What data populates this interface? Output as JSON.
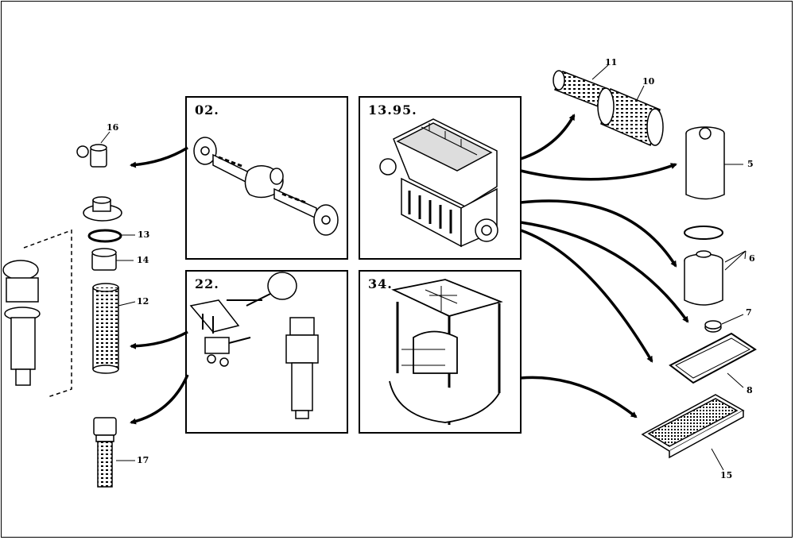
{
  "panels": [
    {
      "id": "02",
      "label": "02."
    },
    {
      "id": "13_95",
      "label": "13.95."
    },
    {
      "id": "22",
      "label": "22."
    },
    {
      "id": "34",
      "label": "34."
    }
  ],
  "callouts": [
    "16",
    "13",
    "14",
    "12",
    "17",
    "11",
    "10",
    "5",
    "6",
    "7",
    "8",
    "15"
  ],
  "parts": {
    "p16": "16",
    "p13": "13",
    "p14": "14",
    "p12": "12",
    "p17": "17",
    "p11": "11",
    "p10": "10",
    "p5": "5",
    "p6": "6",
    "p7": "7",
    "p8": "8",
    "p15": "15"
  }
}
